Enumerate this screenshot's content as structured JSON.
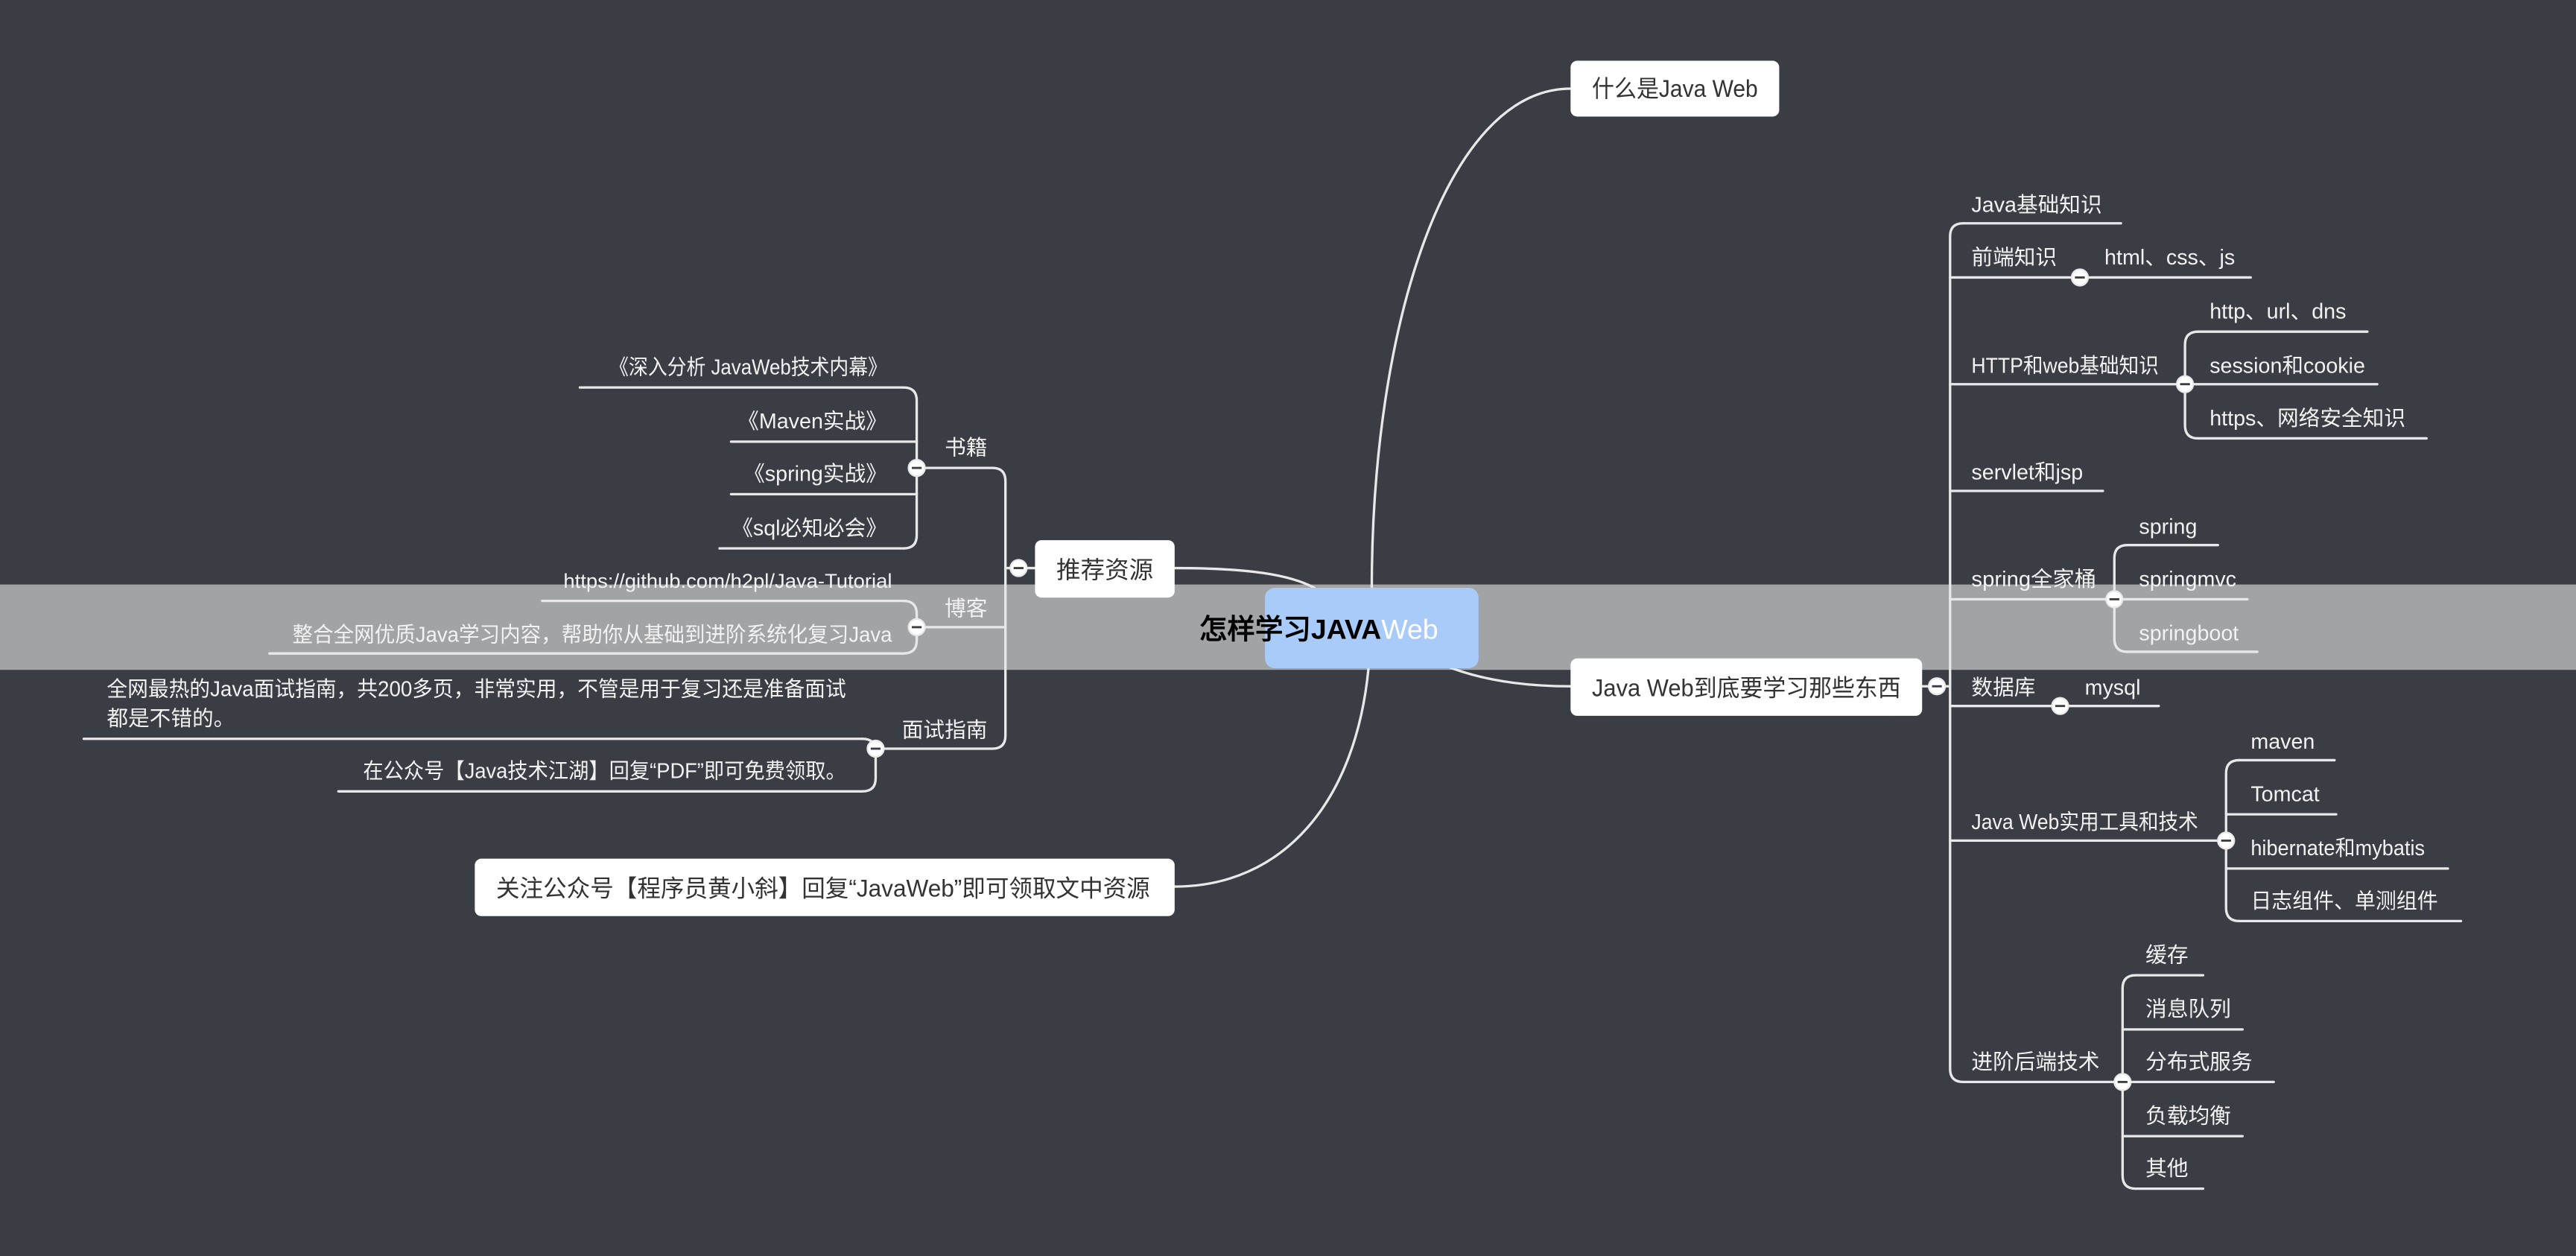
{
  "central": {
    "title_main": "怎样学习JAVA",
    "title_tail": "Web"
  },
  "topics": {
    "what_is": "什么是Java Web",
    "learn": {
      "label": "Java Web到底要学习那些东西",
      "children": [
        {
          "label": "Java基础知识"
        },
        {
          "label": "前端知识",
          "items": [
            "html、css、js"
          ]
        },
        {
          "label": "HTTP和web基础知识",
          "items": [
            "http、url、dns",
            "session和cookie",
            "https、网络安全知识"
          ]
        },
        {
          "label": "servlet和jsp"
        },
        {
          "label": "spring全家桶",
          "items": [
            "spring",
            "springmvc",
            "springboot"
          ]
        },
        {
          "label": "数据库",
          "items": [
            "mysql"
          ]
        },
        {
          "label": "Java Web实用工具和技术",
          "items": [
            "maven",
            "Tomcat",
            "hibernate和mybatis",
            "日志组件、单测组件"
          ]
        },
        {
          "label": "进阶后端技术",
          "items": [
            "缓存",
            "消息队列",
            "分布式服务",
            "负载均衡",
            "其他"
          ]
        }
      ]
    },
    "resources": {
      "label": "推荐资源",
      "books": {
        "label": "书籍",
        "items": [
          "《深入分析 JavaWeb技术内幕》",
          "《Maven实战》",
          "《spring实战》",
          "《sql必知必会》"
        ]
      },
      "blogs": {
        "label": "博客",
        "items": [
          "https://github.com/h2pl/Java-Tutorial",
          "整合全网优质Java学习内容，帮助你从基础到进阶系统化复习Java"
        ]
      },
      "interview": {
        "label": "面试指南",
        "description_lines": [
          "全网最热的Java面试指南，共200多页，非常实用，不管是用于复习还是准备面试",
          "都是不错的。"
        ],
        "get_it": "在公众号【Java技术江湖】回复“PDF”即可免费领取。"
      }
    },
    "follow": "关注公众号【程序员黄小斜】回复“JavaWeb”即可领取文中资源"
  },
  "colors": {
    "background": "#3a3d43",
    "highlight_band": "#a2a3a5",
    "central_fill": "#a9cbf9",
    "topic_fill": "#ffffff",
    "line": "#e8e8e8",
    "central_text_main": "#000000",
    "central_text_tail": "#ffffff"
  }
}
